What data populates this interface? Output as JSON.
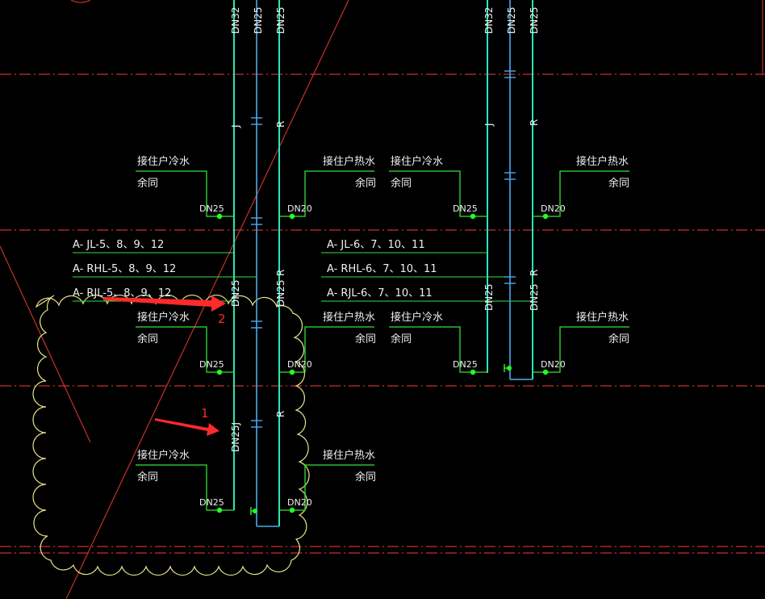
{
  "colors": {
    "background": "#000000",
    "grid_red": "#c8302c",
    "cold_pipe": "#28e6b8",
    "return_pipe": "#4aaaf0",
    "hot_pipe": "#28e6b8",
    "branch_green": "#34e234",
    "valve_dot": "#22ff22",
    "label_white": "#f0f0f0",
    "cloud_yellow": "#e8e48a",
    "arrow_red": "#ff2a2a"
  },
  "vertical_labels": {
    "left_top": [
      "DN32",
      "DN25",
      "DN25"
    ],
    "right_top": [
      "DN32",
      "DN25",
      "DN25"
    ],
    "left_mid": [
      "DN25",
      "DN25"
    ],
    "right_mid": [
      "DN25",
      "DN25"
    ],
    "left_low": "DN25J",
    "pipe_tags": {
      "cold": "J",
      "hot": "R"
    }
  },
  "branch_text": {
    "cold_to_unit": "接住户冷水",
    "hot_to_unit": "接住户热水",
    "rest_same": "余同",
    "dn25": "DN25",
    "dn20": "DN20"
  },
  "riser_labels": {
    "left": [
      "A- JL-5、8、9、12",
      "A- RHL-5、8、9、12",
      "A- RJL-5、8、9、12"
    ],
    "right": [
      "A- JL-6、7、10、11",
      "A- RHL-6、7、10、11",
      "A- RJL-6、7、10、11"
    ]
  },
  "markers": [
    "1",
    "2"
  ]
}
